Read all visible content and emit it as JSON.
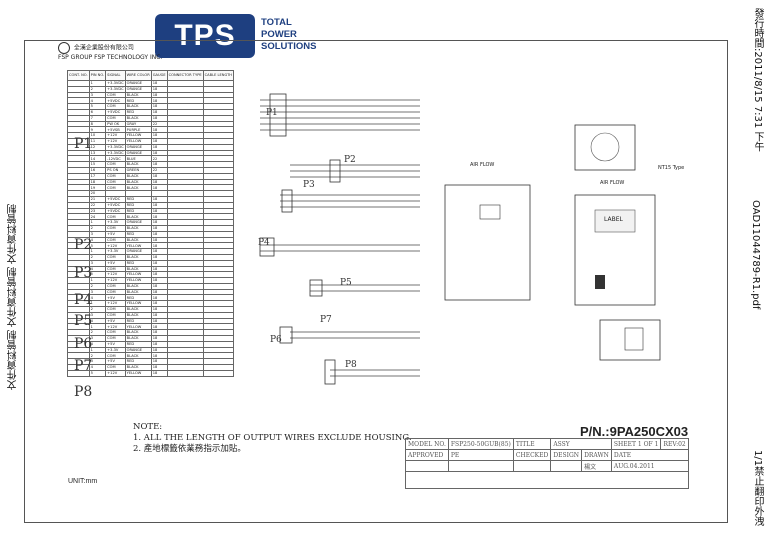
{
  "margin_left": "文件資料管制 文件資料管制 文件資料管制",
  "margin_right_top": "發行時間:2011/8/15 7:31 下午",
  "margin_right_mid": "OAD11044789-R1.pdf",
  "margin_right_bottom": "1/1禁止翻印外洩",
  "logo": {
    "tps": "TPS",
    "line1": "TOTAL",
    "line2": "POWER",
    "line3": "SOLUTIONS"
  },
  "fsp": {
    "cn": "全漢企業股份有限公司",
    "en": "FSP TECHNOLOGY INC.",
    "group": "FSP GROUP"
  },
  "pin_table": {
    "headers": [
      "CONT. NO.",
      "PIN NO.",
      "SIGNAL",
      "WIRE COLOR",
      "GAUGE",
      "CONNECTOR TYPE",
      "CABLE LENGTH"
    ],
    "rows": [
      [
        "1",
        "+3.3VDC",
        "ORANGE",
        "18"
      ],
      [
        "2",
        "+3.3VDC",
        "ORANGE",
        "18"
      ],
      [
        "3",
        "COM",
        "BLACK",
        "18"
      ],
      [
        "4",
        "+5VDC",
        "RED",
        "18"
      ],
      [
        "5",
        "COM",
        "BLACK",
        "18"
      ],
      [
        "6",
        "+5VDC",
        "RED",
        "18"
      ],
      [
        "7",
        "COM",
        "BLACK",
        "18"
      ],
      [
        "8",
        "PW OK",
        "GRAY",
        "22"
      ],
      [
        "9",
        "+5VSB",
        "PURPLE",
        "18"
      ],
      [
        "10",
        "+12V",
        "YELLOW",
        "18"
      ],
      [
        "11",
        "+12V",
        "YELLOW",
        "18"
      ],
      [
        "12",
        "+3.3VDC",
        "ORANGE",
        "18"
      ],
      [
        "13",
        "+3.3VDC",
        "ORANGE",
        "18"
      ],
      [
        "14",
        "-12VDC",
        "BLUE",
        "22"
      ],
      [
        "15",
        "COM",
        "BLACK",
        "18"
      ],
      [
        "16",
        "PS ON",
        "GREEN",
        "22"
      ],
      [
        "17",
        "COM",
        "BLACK",
        "18"
      ],
      [
        "18",
        "COM",
        "BLACK",
        "18"
      ],
      [
        "19",
        "COM",
        "BLACK",
        "18"
      ],
      [
        "20",
        "",
        "",
        " "
      ],
      [
        "21",
        "+5VDC",
        "RED",
        "18"
      ],
      [
        "22",
        "+5VDC",
        "RED",
        "18"
      ],
      [
        "23",
        "+5VDC",
        "RED",
        "18"
      ],
      [
        "24",
        "COM",
        "BLACK",
        "18"
      ],
      [
        "1",
        "+3.3V",
        "ORANGE",
        "18"
      ],
      [
        "2",
        "COM",
        "BLACK",
        "18"
      ],
      [
        "3",
        "+5V",
        "RED",
        "18"
      ],
      [
        "4",
        "COM",
        "BLACK",
        "18"
      ],
      [
        "5",
        "+12V",
        "YELLOW",
        "18"
      ],
      [
        "1",
        "+3.3V",
        "ORANGE",
        "18"
      ],
      [
        "2",
        "COM",
        "BLACK",
        "18"
      ],
      [
        "3",
        "+5V",
        "RED",
        "18"
      ],
      [
        "4",
        "COM",
        "BLACK",
        "18"
      ],
      [
        "5",
        "+12V",
        "YELLOW",
        "18"
      ],
      [
        "1",
        "+12V",
        "YELLOW",
        "18"
      ],
      [
        "2",
        "COM",
        "BLACK",
        "18"
      ],
      [
        "3",
        "COM",
        "BLACK",
        "18"
      ],
      [
        "4",
        "+5V",
        "RED",
        "18"
      ],
      [
        "1",
        "+12V",
        "YELLOW",
        "18"
      ],
      [
        "2",
        "COM",
        "BLACK",
        "18"
      ],
      [
        "3",
        "COM",
        "BLACK",
        "18"
      ],
      [
        "4",
        "+5V",
        "RED",
        "18"
      ],
      [
        "1",
        "+12V",
        "YELLOW",
        "18"
      ],
      [
        "2",
        "COM",
        "BLACK",
        "18"
      ],
      [
        "3",
        "COM",
        "BLACK",
        "18"
      ],
      [
        "4",
        "+5V",
        "RED",
        "18"
      ],
      [
        "1",
        "+3.3V",
        "ORANGE",
        "18"
      ],
      [
        "2",
        "COM",
        "BLACK",
        "18"
      ],
      [
        "3",
        "+5V",
        "RED",
        "18"
      ],
      [
        "4",
        "COM",
        "BLACK",
        "18"
      ],
      [
        "5",
        "+12V",
        "YELLOW",
        "18"
      ]
    ],
    "groups": [
      "P1",
      "P2",
      "P3",
      "P4",
      "P5",
      "P6",
      "P7",
      "P8"
    ]
  },
  "drawing_labels": {
    "p1": "P1",
    "p2": "P2",
    "p3": "P3",
    "p4": "P4",
    "p5": "P5",
    "p6": "P6",
    "p7": "P7",
    "p8": "P8",
    "air_flow_1": "AIR FLOW",
    "air_flow_2": "AIR FLOW",
    "label": "LABEL",
    "nt": "NT15 Type"
  },
  "notes": {
    "title": "NOTE:",
    "line1": "1. ALL THE LENGTH OF OUTPUT WIRES EXCLUDE HOUSING.",
    "line2": "2. 產地標籤依業務指示加貼。"
  },
  "part_number": "P/N.:9PA250CX03",
  "title_block": {
    "model_no_label": "MODEL NO.",
    "model_no": "FSP250-50GUB(85)",
    "title_label": "TITLE",
    "title": "ASSY",
    "sheet": "SHEET 1 OF 1",
    "rev": "REV:02",
    "approved": "APPROVED",
    "pe": "PE",
    "checked": "CHECKED",
    "design": "DESIGN",
    "drawn": "DRAWN",
    "date": "DATE",
    "drawn_by": "楊文",
    "date_value": "AUG.04.2011"
  },
  "unit": "UNIT:mm"
}
